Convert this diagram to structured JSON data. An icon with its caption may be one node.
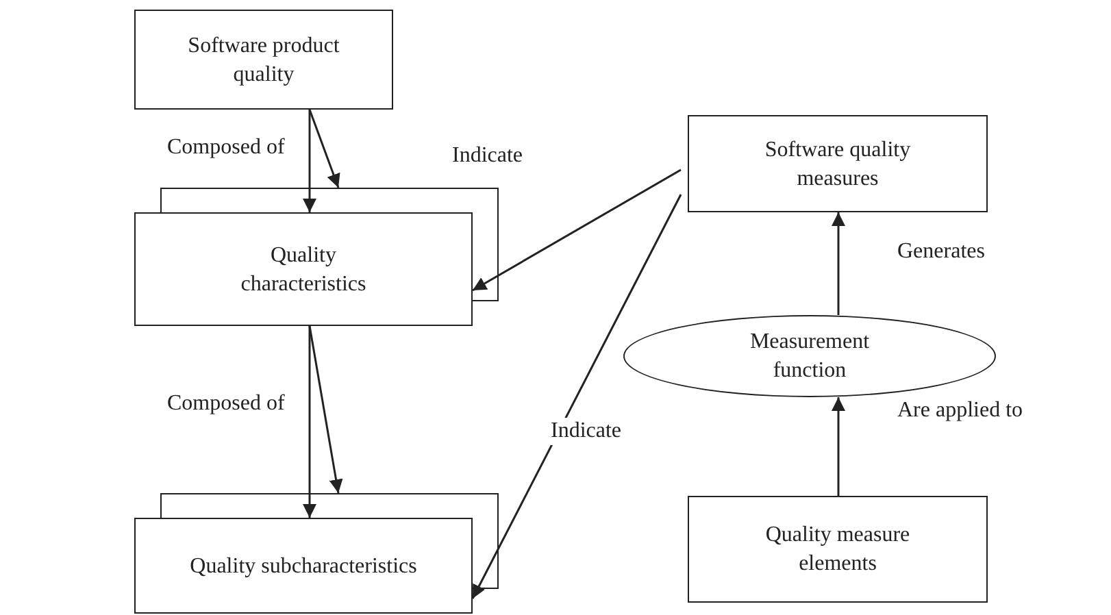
{
  "diagram": {
    "nodes": [
      {
        "text": [
          "Software product quality"
        ]
      },
      {
        "text": [
          "Quality characteristics"
        ]
      },
      {
        "text": [
          "Quality subcharacteristics"
        ]
      },
      {
        "text": [
          "Software quality measures"
        ]
      },
      {
        "text": [
          "Measurement function"
        ]
      },
      {
        "text": [
          "Quality measure elements"
        ]
      }
    ],
    "edges": [
      {
        "from": 0,
        "to": 1,
        "arrow": "to",
        "label": "Composed of"
      },
      {
        "from": 0,
        "to": 1,
        "arrow": "to"
      },
      {
        "from": 1,
        "to": 2,
        "arrow": "to",
        "label": "Composed of"
      },
      {
        "from": 1,
        "to": 2,
        "arrow": "to"
      },
      {
        "from": 3,
        "to": 1,
        "arrow": "to",
        "label": "Indicate"
      },
      {
        "from": 3,
        "to": 2,
        "arrow": "to",
        "label": "Indicate"
      },
      {
        "from": 4,
        "to": 3,
        "arrow": "to",
        "label": "Generates"
      },
      {
        "from": 5,
        "to": 4,
        "arrow": "to",
        "label": "Are applied to"
      }
    ]
  }
}
